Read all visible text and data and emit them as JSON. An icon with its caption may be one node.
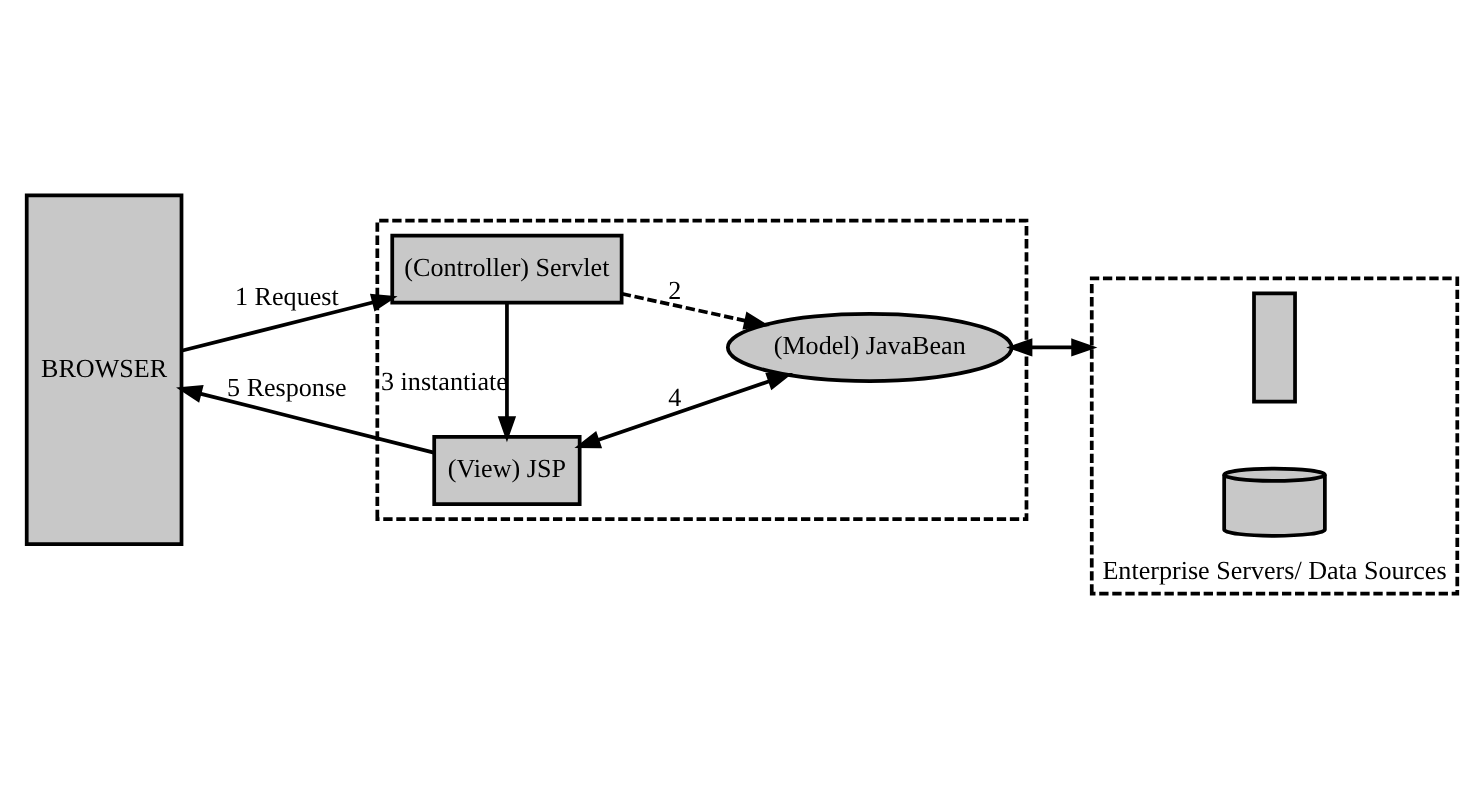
{
  "diagram": {
    "nodes": [
      {
        "text": [
          "BROWSER"
        ]
      },
      {
        "text": [],
        "shape": "box"
      },
      {
        "text": [
          "(Controller) Servlet"
        ],
        "in": 1
      },
      {
        "text": [
          "(View) JSP"
        ],
        "in": 1
      },
      {
        "text": [
          "(Model) JavaBean"
        ],
        "in": 1
      },
      {
        "text": [
          "Enterprise Servers/ Data Sources"
        ]
      },
      {
        "text": [],
        "shape": "box",
        "in": 5
      },
      {
        "text": [],
        "shape": "cylinder",
        "in": 5
      }
    ],
    "edges": [
      {
        "from": 0,
        "to": 2,
        "arrow": "to",
        "label": "1 Request"
      },
      {
        "from": 2,
        "to": 4,
        "arrow": "to",
        "label": "2",
        "style": "dashed"
      },
      {
        "from": 2,
        "to": 3,
        "arrow": "to",
        "label": "3 instantiate"
      },
      {
        "from": 4,
        "to": 3,
        "arrow": "both",
        "label": "4"
      },
      {
        "from": 3,
        "to": 0,
        "arrow": "to",
        "label": "5 Response"
      },
      {
        "from": 4,
        "to": 5,
        "arrow": "both"
      }
    ]
  }
}
